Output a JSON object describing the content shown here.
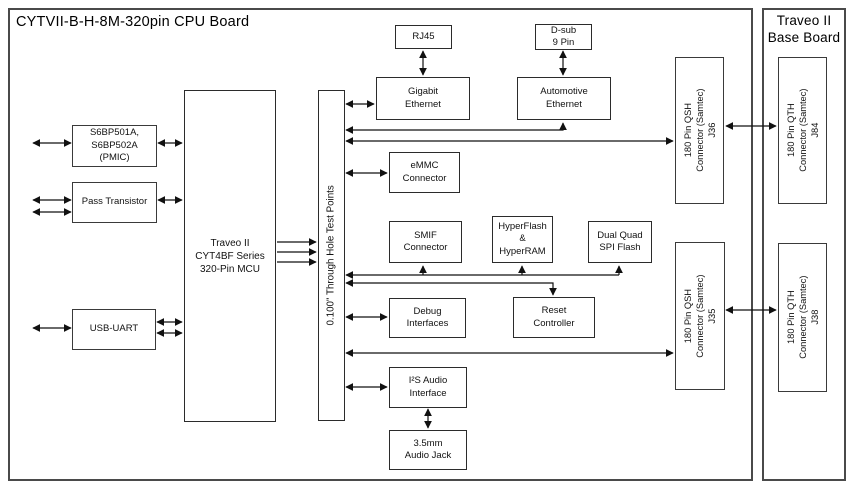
{
  "cpu_board": {
    "title": "CYTVII-B-H-8M-320pin CPU Board",
    "blocks": {
      "pmic": "S6BP501A,\nS6BP502A\n(PMIC)",
      "pass_transistor": "Pass Transistor",
      "usb_uart": "USB-UART",
      "mcu": "Traveo II\nCYT4BF Series\n320-Pin MCU",
      "test_points": "0.100\" Through Hole Test Points",
      "rj45": "RJ45",
      "d_sub": "D-sub\n9 Pin",
      "gigabit_ethernet": "Gigabit\nEthernet",
      "automotive_ethernet": "Automotive\nEthernet",
      "emmc": "eMMC\nConnector",
      "smif": "SMIF\nConnector",
      "hyperflash": "HyperFlash\n&\nHyperRAM",
      "dual_quad_spi": "Dual Quad\nSPI Flash",
      "debug": "Debug\nInterfaces",
      "reset": "Reset\nController",
      "i2s_audio": "I²S Audio\nInterface",
      "audio_jack": "3.5mm\nAudio Jack",
      "j36": "180 Pin QSH\nConnector (Samtec)\nJ36",
      "j35": "180 Pin QSH\nConnector (Samtec)\nJ35"
    }
  },
  "base_board": {
    "title": "Traveo II\nBase Board",
    "blocks": {
      "j84": "180 Pin QTH\nConnector (Samtec)\nJ84",
      "j38": "180 Pin QTH\nConnector (Samtec)\nJ38"
    }
  },
  "colors": {
    "background": "#ffffff",
    "line": "#111111",
    "frame_border": "#4a4a4a",
    "box_border": "#2b2b2b"
  }
}
